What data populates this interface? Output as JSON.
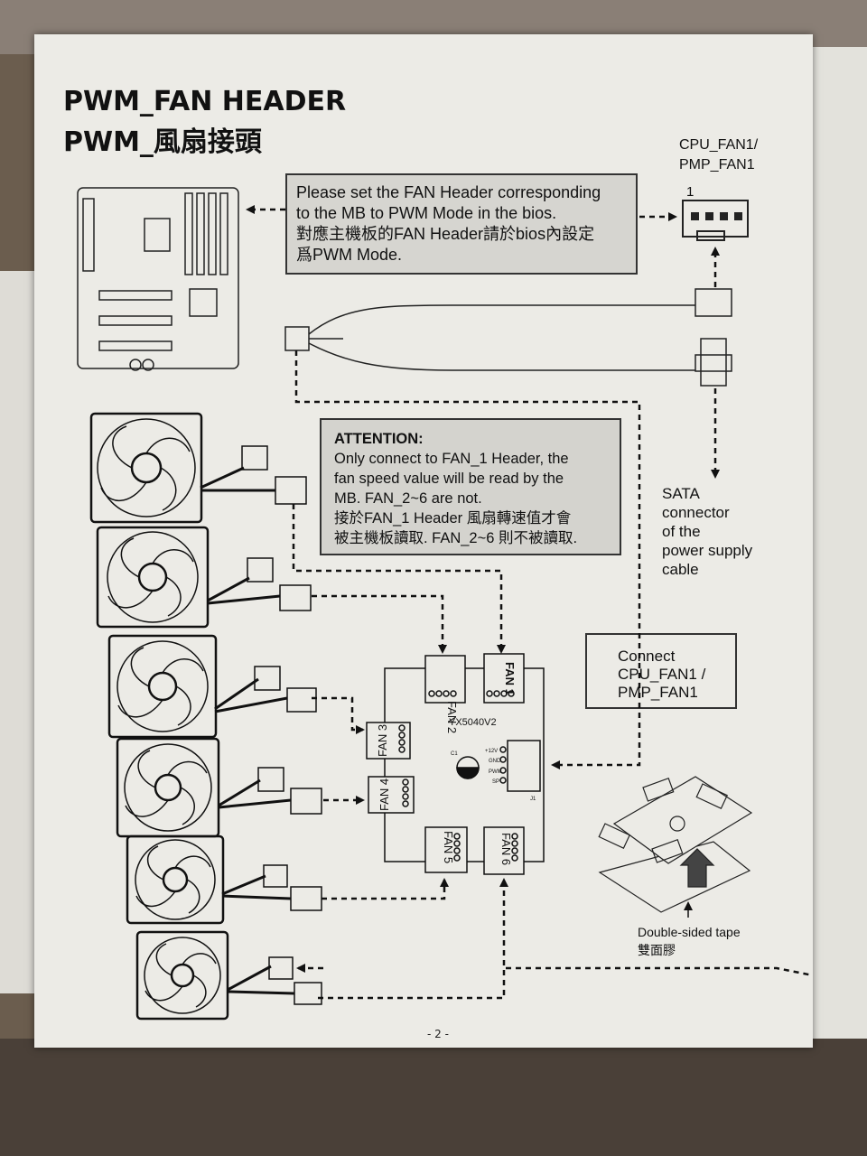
{
  "heading": {
    "en": "PWM_FAN HEADER",
    "zh": "PWM_風扇接頭"
  },
  "header_label": {
    "line1": "CPU_FAN1/",
    "line2": "PMP_FAN1",
    "pin_one": "1"
  },
  "note": {
    "line1": "Please set the FAN Header corresponding",
    "line2": "to the MB to PWM Mode in the bios.",
    "line3": "對應主機板的FAN Header請於bios內設定",
    "line4": "爲PWM Mode."
  },
  "attention": {
    "title": "ATTENTION:",
    "line1": "Only connect to FAN_1 Header, the",
    "line2": "fan speed value will be read by the",
    "line3": "MB. FAN_2~6 are not.",
    "line4": "接於FAN_1 Header 風扇轉速值才會",
    "line5": "被主機板讀取. FAN_2~6 則不被讀取."
  },
  "sata": {
    "line1": "SATA",
    "line2": "connector",
    "line3": "of the",
    "line4": "power supply",
    "line5": "cable"
  },
  "connect": {
    "line1": "Connect",
    "line2": "CPU_FAN1 /",
    "line3": "PMP_FAN1"
  },
  "hub": {
    "model": "YX5040V2",
    "fan1": "FAN 1",
    "fan2": "FAN 2",
    "fan3": "FAN 3",
    "fan4": "FAN 4",
    "fan5": "FAN 5",
    "fan6": "FAN 6",
    "c1": "C1",
    "j1": "J1",
    "pin_12v": "+12V",
    "pin_gnd": "GND",
    "pin_pwm": "PWM",
    "pin_sp": "SP"
  },
  "tape": {
    "en": "Double-sided tape",
    "zh": "雙面膠"
  },
  "page_number": "- 2 -"
}
